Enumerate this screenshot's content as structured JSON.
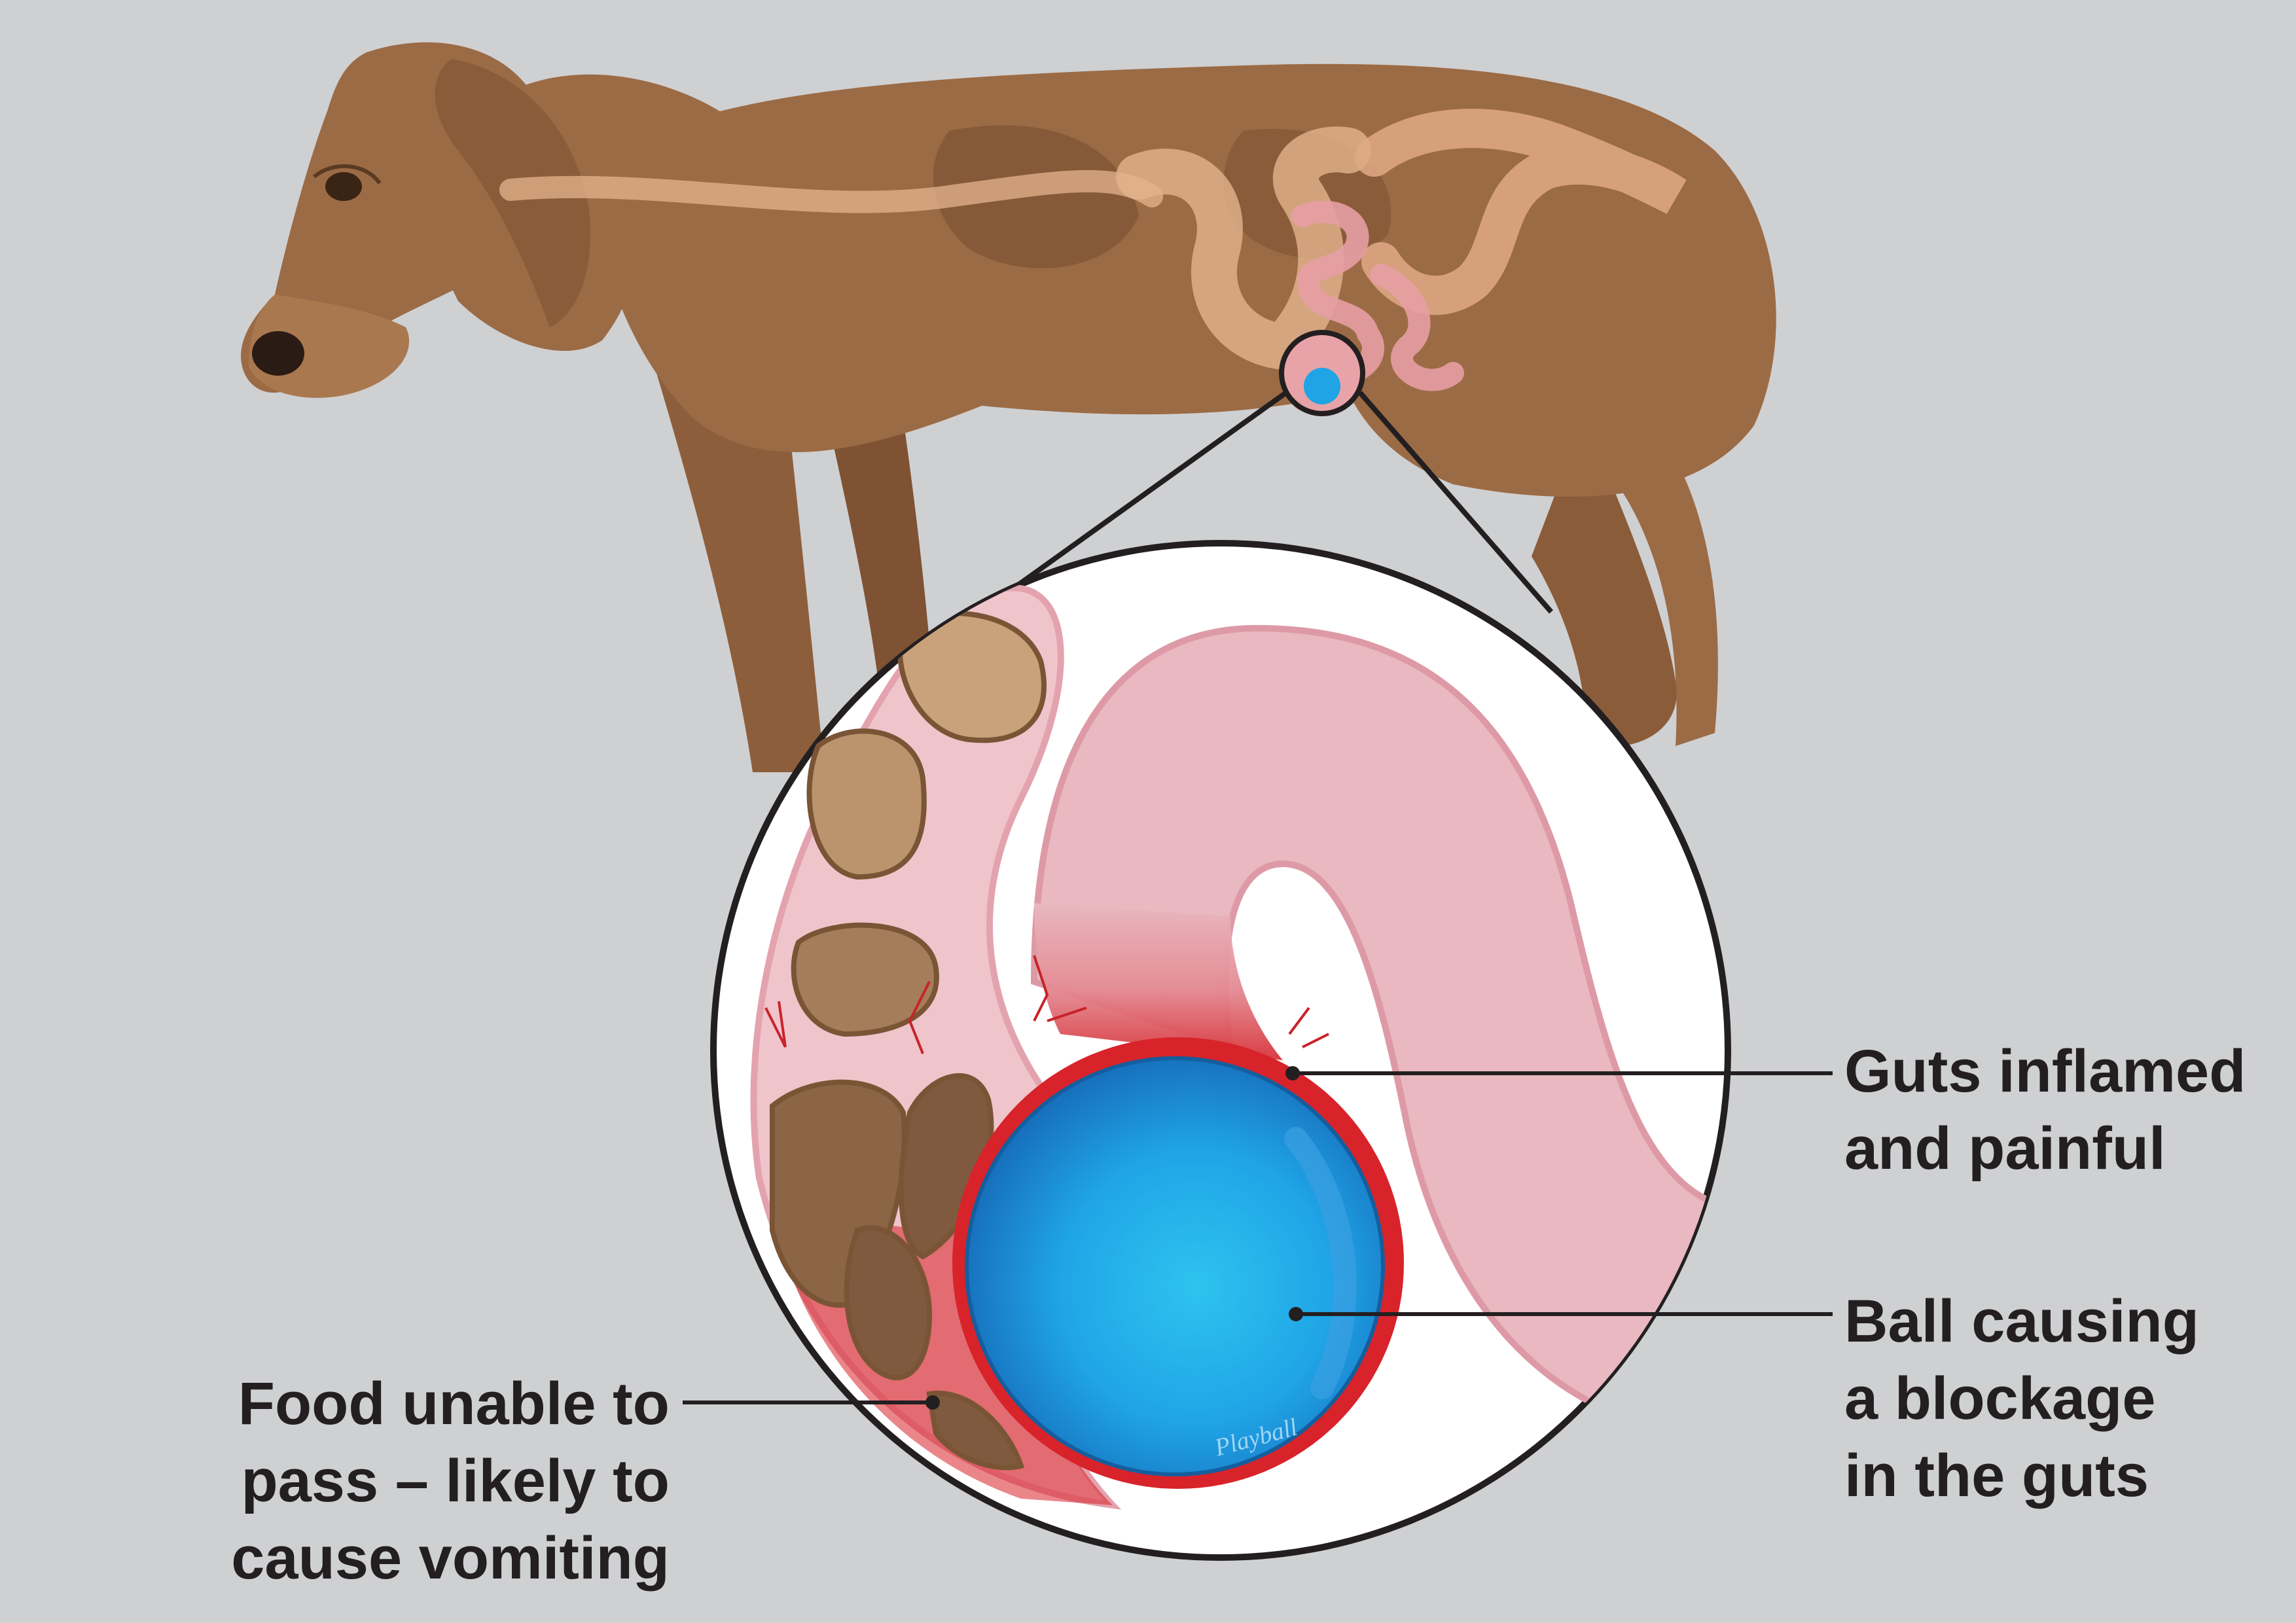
{
  "callouts": {
    "inflamed": {
      "line1": "Guts inflamed",
      "line2": "and painful"
    },
    "ball": {
      "line1": "Ball causing",
      "line2": "a blockage",
      "line3": "in the guts"
    },
    "food": {
      "line1": "Food unable to",
      "line2": "pass – likely to",
      "line3": "cause vomiting"
    }
  },
  "ball_text": "Playball",
  "colors": {
    "background": "#cfd0d2",
    "dog_coat": "#9b6b45",
    "gut": "#e9b8c0",
    "inflammation": "#d8232a",
    "ball": "#1e88d2",
    "food": "#8c6446",
    "text": "#231f20"
  }
}
